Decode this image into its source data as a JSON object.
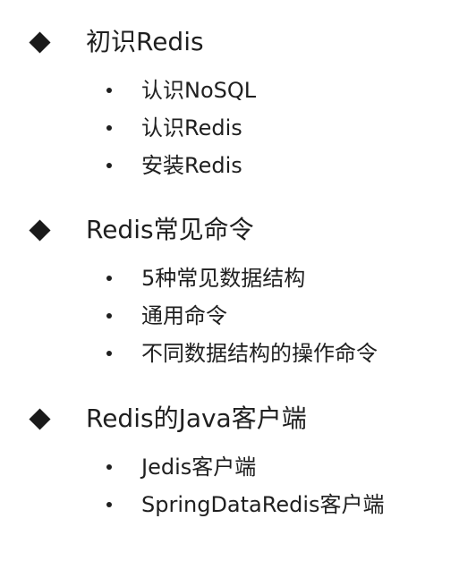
{
  "sections": [
    {
      "heading": "初识Redis",
      "items": [
        "认识NoSQL",
        "认识Redis",
        "安装Redis"
      ]
    },
    {
      "heading": "Redis常见命令",
      "items": [
        "5种常见数据结构",
        "通用命令",
        "不同数据结构的操作命令"
      ]
    },
    {
      "heading": "Redis的Java客户端",
      "items": [
        "Jedis客户端",
        "SpringDataRedis客户端"
      ]
    }
  ]
}
